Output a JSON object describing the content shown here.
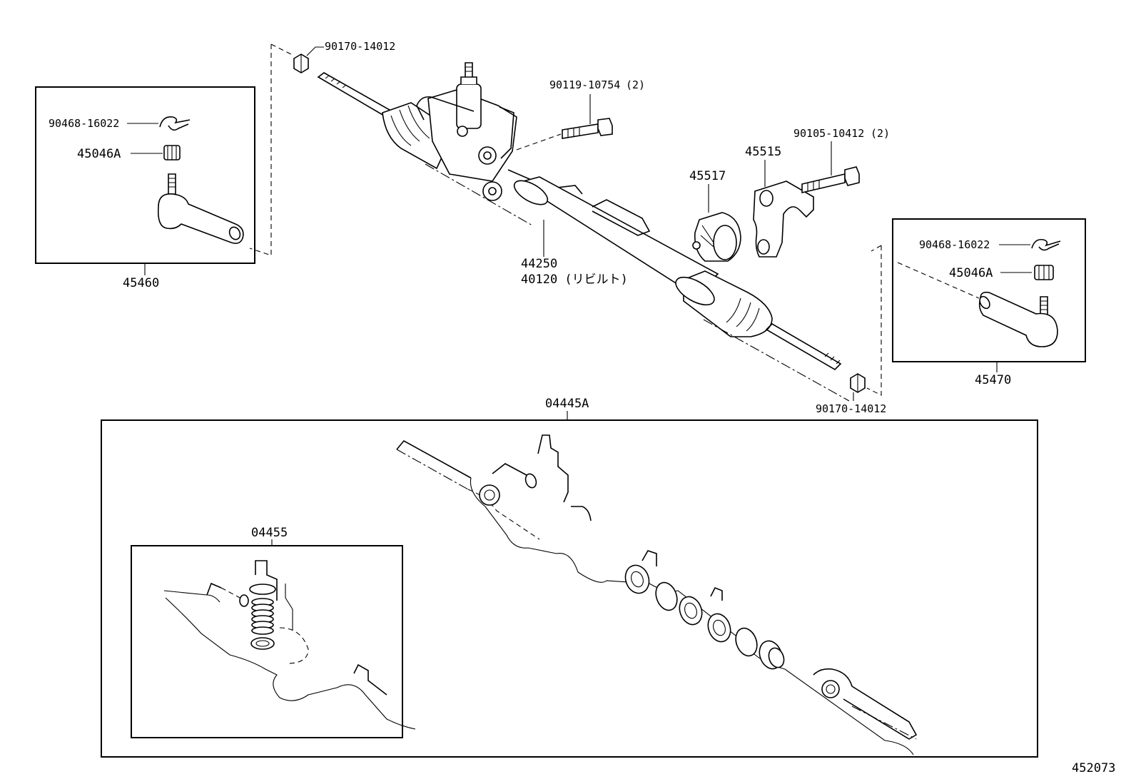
{
  "labels": {
    "nut_top": "90170-14012",
    "bolt_upper": "90119-10754",
    "bolt_upper_qty": "(2)",
    "pin_left": "90468-16022",
    "nut_left": "45046A",
    "bolt_right": "90105-10412",
    "bolt_right_qty": "(2)",
    "bracket": "45515",
    "bushing": "45517",
    "gear_assy": "44250",
    "gear_rebuilt": "40120 (リビルト)",
    "tie_rod_left": "45460",
    "pin_right": "90468-16022",
    "nut_right": "45046A",
    "tie_rod_right": "45470",
    "nut_bottom": "90170-14012",
    "gasket_kit": "04445A",
    "valve_kit": "04455",
    "figure_id": "452073"
  },
  "colors": {
    "line": "#000000",
    "background": "#ffffff"
  }
}
